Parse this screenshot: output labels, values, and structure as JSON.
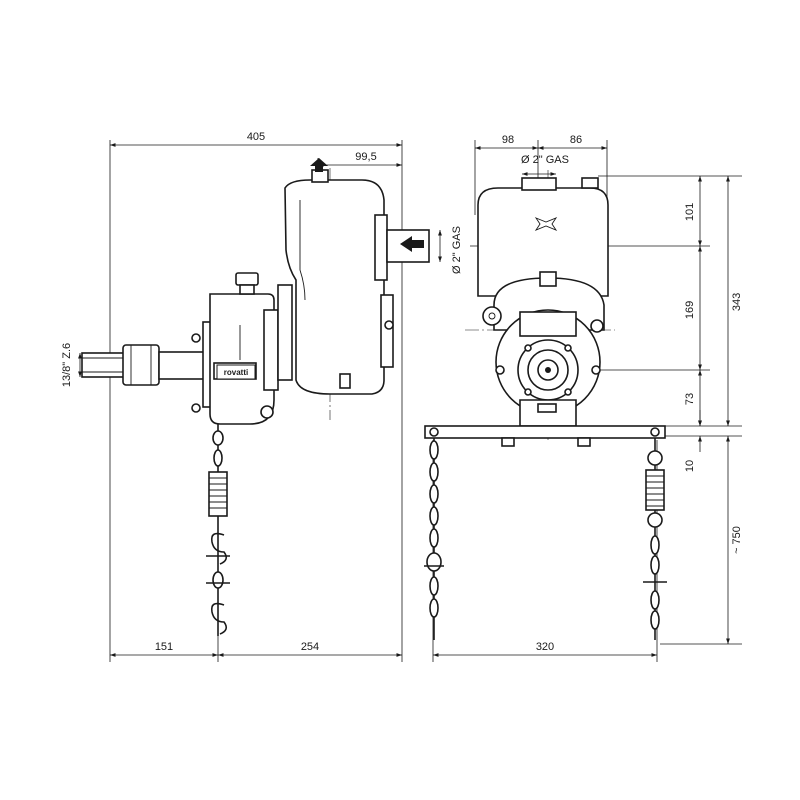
{
  "dimensions": {
    "overall_width": "405",
    "outlet_offset": "99,5",
    "left_to_hitch": "151",
    "hitch_to_right": "254",
    "shaft": "13/8\" Z.6",
    "inlet": "Ø 2\" GAS",
    "outlet": "Ø 2\" GAS",
    "top_left": "98",
    "top_right": "86",
    "height_upper": "101",
    "height_middle": "169",
    "height_lower": "73",
    "height_total": "343",
    "bar_gap": "10",
    "chain_length": "~ 750",
    "bar_width": "320"
  },
  "brand_plate": "rovatti"
}
